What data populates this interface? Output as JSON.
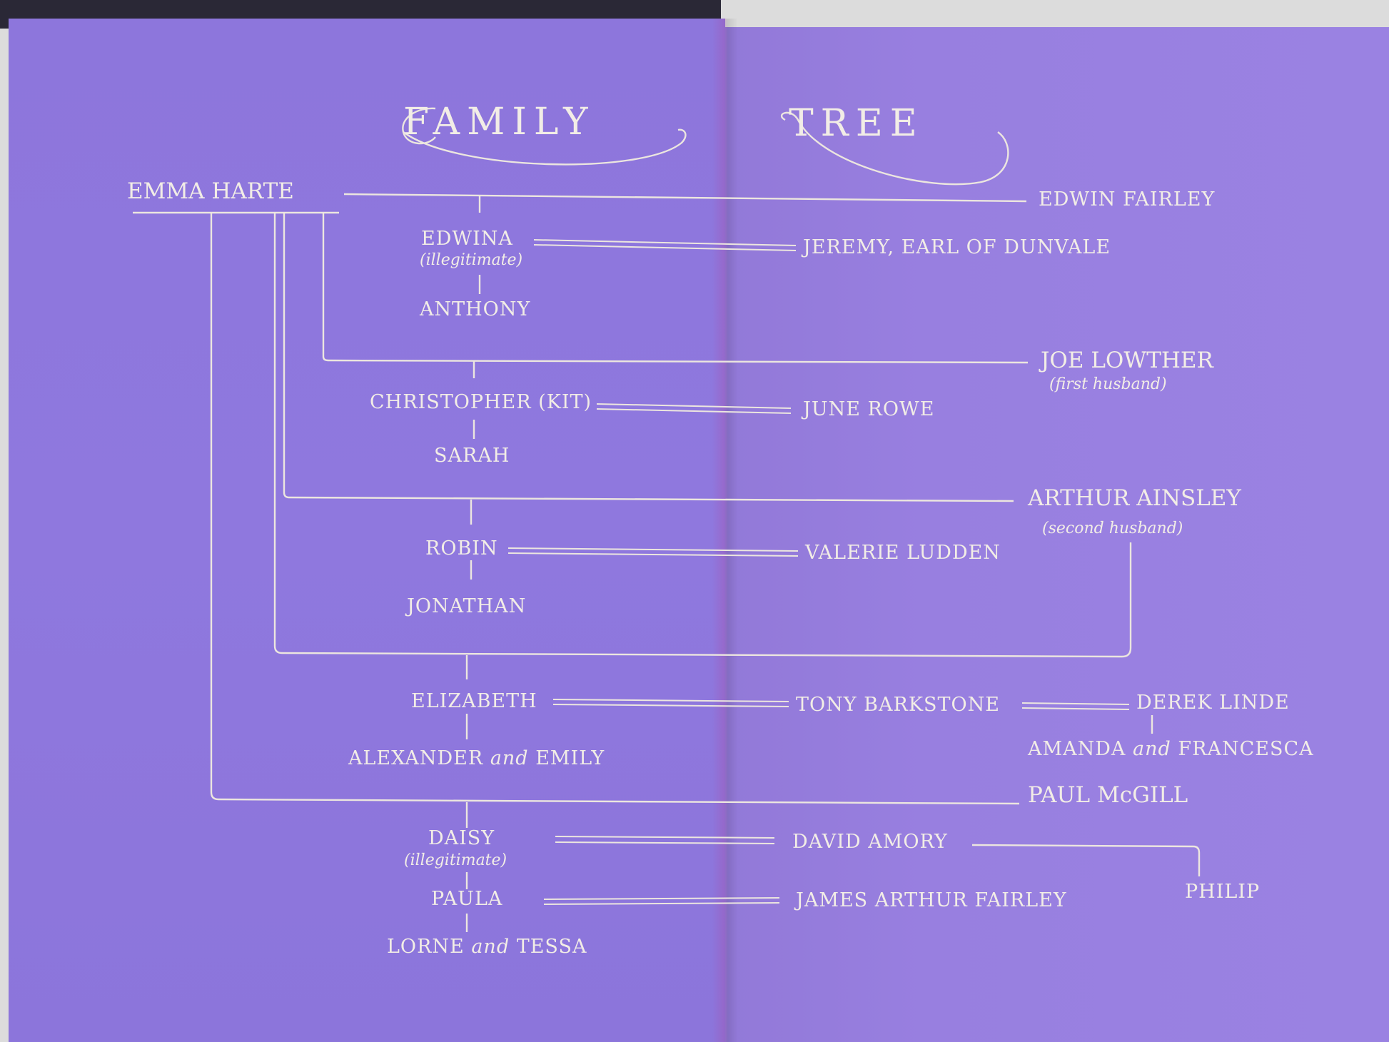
{
  "title": {
    "word1": "FAMILY",
    "word2": "TREE"
  },
  "root": "EMMA HARTE",
  "spouses": {
    "edwin": "EDWIN FAIRLEY",
    "joe": "JOE LOWTHER",
    "joe_note": "(first husband)",
    "arthur": "ARTHUR AINSLEY",
    "arthur_note": "(second husband)",
    "paul": "PAUL McGILL"
  },
  "children": {
    "edwina": "EDWINA",
    "edwina_note": "(illegitimate)",
    "anthony": "ANTHONY",
    "jeremy": "JEREMY, EARL OF DUNVALE",
    "kit": "CHRISTOPHER (KIT)",
    "june": "JUNE ROWE",
    "sarah": "SARAH",
    "robin": "ROBIN",
    "valerie": "VALERIE LUDDEN",
    "jonathan": "JONATHAN",
    "elizabeth": "ELIZABETH",
    "tony": "TONY BARKSTONE",
    "derek": "DEREK LINDE",
    "alexander_emily": {
      "a": "ALEXANDER",
      "and": "and",
      "b": "EMILY"
    },
    "amanda_francesca": {
      "a": "AMANDA",
      "and": "and",
      "b": "FRANCESCA"
    },
    "daisy": "DAISY",
    "daisy_note": "(illegitimate)",
    "david": "DAVID AMORY",
    "philip": "PHILIP",
    "paula": "PAULA",
    "james": "JAMES ARTHUR FAIRLEY",
    "lorne_tessa": {
      "a": "LORNE",
      "and": "and",
      "b": "TESSA"
    }
  },
  "colors": {
    "ink": "#f2ede6",
    "paper": "#8f78de",
    "board": "#2a2836"
  }
}
